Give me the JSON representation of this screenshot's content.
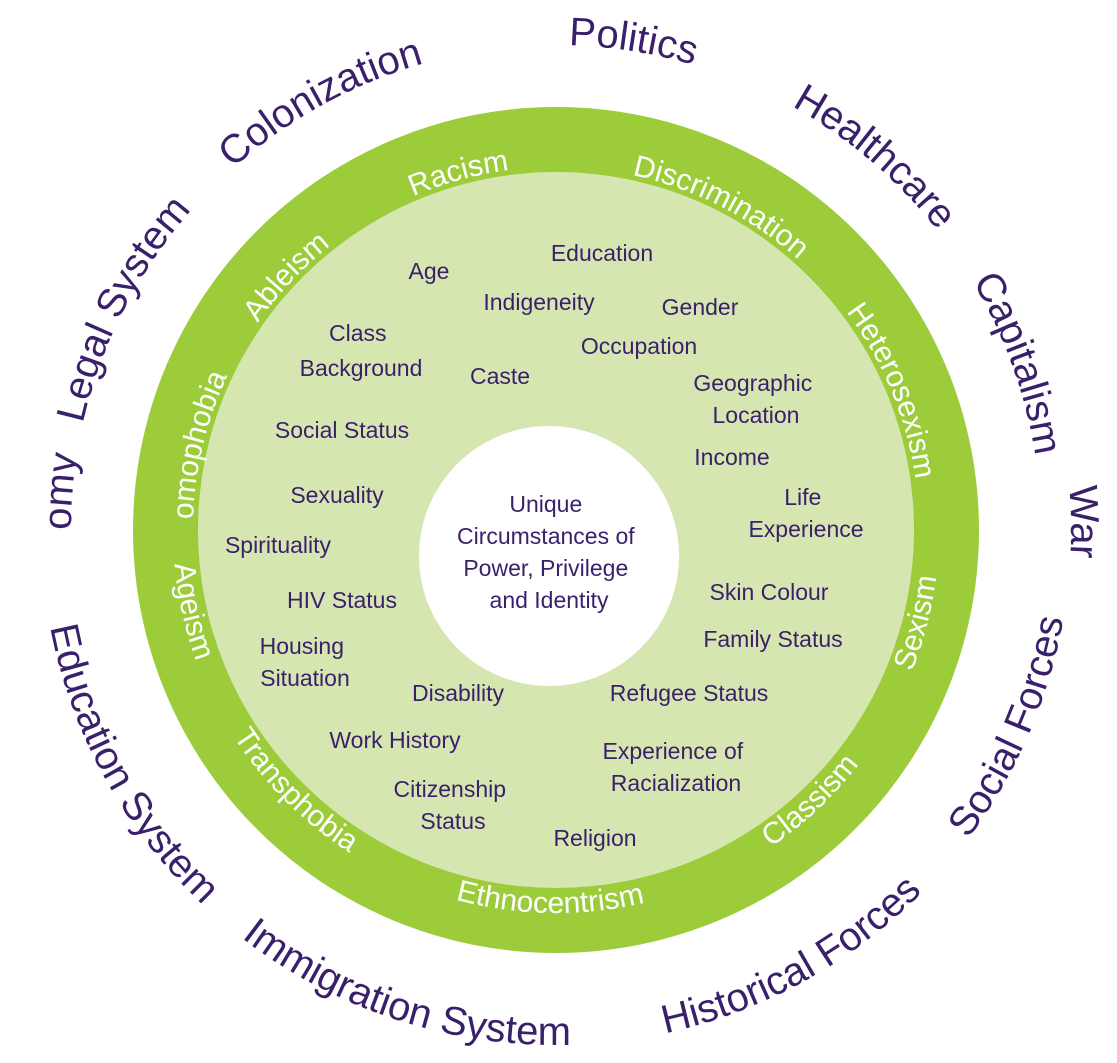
{
  "colors": {
    "ring": "#9ccc3a",
    "inner_fill": "#d6e6b0",
    "center_fill": "#ffffff",
    "outer_text": "#3a1f6b",
    "ring_text": "#ffffff",
    "factor_text": "#3a1f6b"
  },
  "center": {
    "lines": [
      "Unique",
      "Circumstances of",
      "Power, Privilege",
      "and Identity"
    ]
  },
  "outer_forces": [
    {
      "id": "colonization",
      "label": "Colonization"
    },
    {
      "id": "politics",
      "label": "Politics"
    },
    {
      "id": "healthcare",
      "label": "Healthcare"
    },
    {
      "id": "capitalism",
      "label": "Capitalism"
    },
    {
      "id": "war",
      "label": "War"
    },
    {
      "id": "social-forces",
      "label": "Social Forces"
    },
    {
      "id": "historical-forces",
      "label": "Historical Forces"
    },
    {
      "id": "immigration-system",
      "label": "Immigration System"
    },
    {
      "id": "education-system",
      "label": "Education System"
    },
    {
      "id": "economy",
      "label": "Economy"
    },
    {
      "id": "legal-system",
      "label": "Legal System"
    }
  ],
  "ring_isms": [
    {
      "id": "racism",
      "label": "Racism"
    },
    {
      "id": "discrimination",
      "label": "Discrimination"
    },
    {
      "id": "heterosexism",
      "label": "Heterosexism"
    },
    {
      "id": "sexism",
      "label": "Sexism"
    },
    {
      "id": "classism",
      "label": "Classism"
    },
    {
      "id": "ethnocentrism",
      "label": "Ethnocentrism"
    },
    {
      "id": "transphobia",
      "label": "Transphobia"
    },
    {
      "id": "ageism",
      "label": "Ageism"
    },
    {
      "id": "homophobia",
      "label": "Homophobia"
    },
    {
      "id": "ableism",
      "label": "Ableism"
    }
  ],
  "identity_factors": [
    {
      "id": "age",
      "lines": [
        "Age"
      ]
    },
    {
      "id": "education",
      "lines": [
        "Education"
      ]
    },
    {
      "id": "indigeneity",
      "lines": [
        "Indigeneity"
      ]
    },
    {
      "id": "gender",
      "lines": [
        "Gender"
      ]
    },
    {
      "id": "class-background",
      "lines": [
        "Class",
        "Background"
      ]
    },
    {
      "id": "occupation",
      "lines": [
        "Occupation"
      ]
    },
    {
      "id": "caste",
      "lines": [
        "Caste"
      ]
    },
    {
      "id": "geographic-location",
      "lines": [
        "Geographic",
        "Location"
      ]
    },
    {
      "id": "social-status",
      "lines": [
        "Social Status"
      ]
    },
    {
      "id": "income",
      "lines": [
        "Income"
      ]
    },
    {
      "id": "sexuality",
      "lines": [
        "Sexuality"
      ]
    },
    {
      "id": "life-experience",
      "lines": [
        "Life",
        "Experience"
      ]
    },
    {
      "id": "spirituality",
      "lines": [
        "Spirituality"
      ]
    },
    {
      "id": "hiv-status",
      "lines": [
        "HIV Status"
      ]
    },
    {
      "id": "skin-colour",
      "lines": [
        "Skin Colour"
      ]
    },
    {
      "id": "family-status",
      "lines": [
        "Family Status"
      ]
    },
    {
      "id": "housing-situation",
      "lines": [
        "Housing",
        "Situation"
      ]
    },
    {
      "id": "disability",
      "lines": [
        "Disability"
      ]
    },
    {
      "id": "refugee-status",
      "lines": [
        "Refugee Status"
      ]
    },
    {
      "id": "work-history",
      "lines": [
        "Work History"
      ]
    },
    {
      "id": "experience-of-racialization",
      "lines": [
        "Experience of",
        "Racialization"
      ]
    },
    {
      "id": "citizenship-status",
      "lines": [
        "Citizenship",
        "Status"
      ]
    },
    {
      "id": "religion",
      "lines": [
        "Religion"
      ]
    }
  ]
}
